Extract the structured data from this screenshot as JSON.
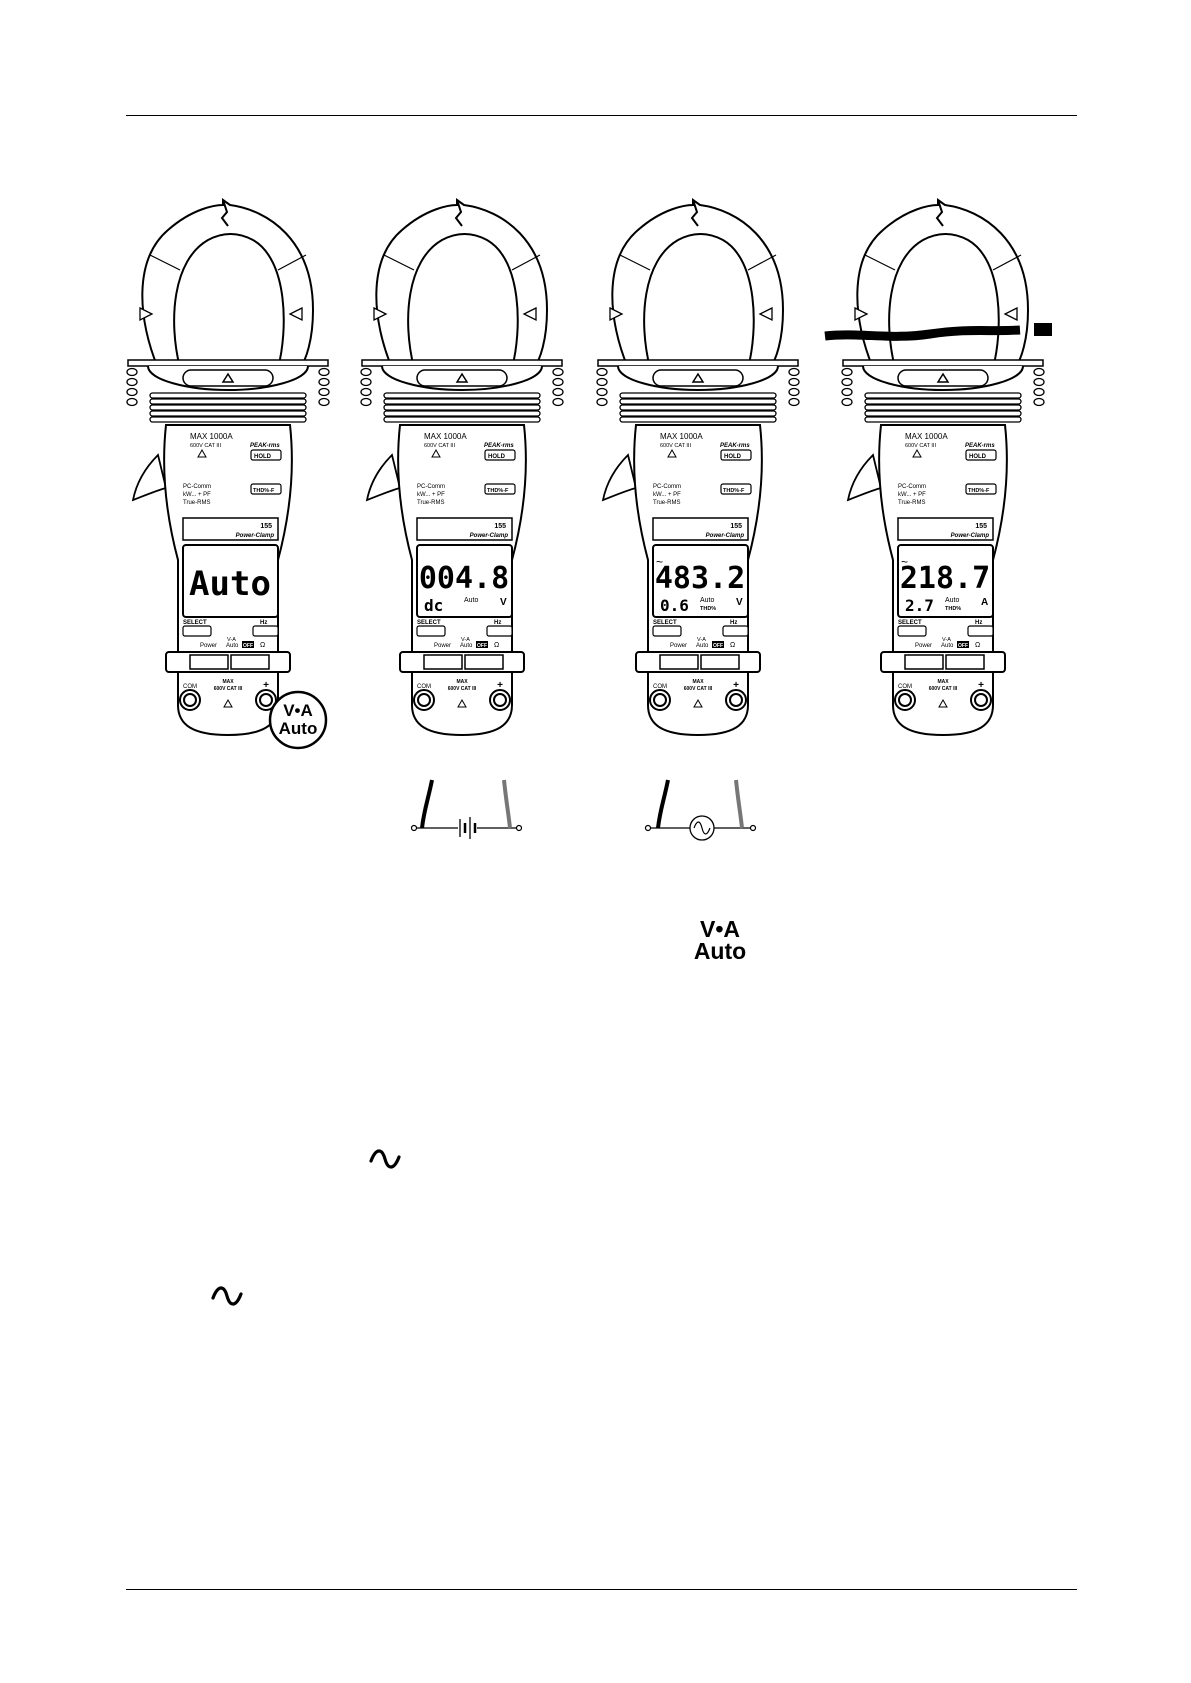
{
  "meters": [
    {
      "id": "meter-1",
      "max_label": "MAX 1000A",
      "cat_label": "600V CAT III",
      "peak_label": "PEAK-rms",
      "hold_label": "HOLD",
      "pc_comm_label": "PC-Comm",
      "kw_label": "kW... + PF",
      "true_rms_label": "True-RMS",
      "thd_label": "THD%-F",
      "model_label": "155",
      "brand_label": "Power-Clamp",
      "main_reading": "Auto",
      "sub_reading": "",
      "mode_label": "",
      "unit_label": "",
      "ac_symbol": "",
      "select_label": "SELECT",
      "hz_label": "Hz",
      "power_label": "Power",
      "va_label": "V-A",
      "auto_label": "Auto",
      "off_label": "OFF",
      "ohm_label": "Ω",
      "com_label": "COM",
      "plus_label": "+",
      "max_small_label": "MAX",
      "cat_small_label": "600V CAT III",
      "callout_line1": "V•A",
      "callout_line2": "Auto"
    },
    {
      "id": "meter-2",
      "max_label": "MAX 1000A",
      "cat_label": "600V CAT III",
      "peak_label": "PEAK-rms",
      "hold_label": "HOLD",
      "pc_comm_label": "PC-Comm",
      "kw_label": "kW... + PF",
      "true_rms_label": "True-RMS",
      "thd_label": "THD%-F",
      "model_label": "155",
      "brand_label": "Power-Clamp",
      "main_reading": "004.8",
      "sub_reading": "dc",
      "mode_label": "Auto",
      "unit_label": "V",
      "ac_symbol": "",
      "select_label": "SELECT",
      "hz_label": "Hz",
      "power_label": "Power",
      "va_label": "V-A",
      "auto_label": "Auto",
      "off_label": "OFF",
      "ohm_label": "Ω",
      "com_label": "COM",
      "plus_label": "+",
      "max_small_label": "MAX",
      "cat_small_label": "600V CAT III"
    },
    {
      "id": "meter-3",
      "max_label": "MAX 1000A",
      "cat_label": "600V CAT III",
      "peak_label": "PEAK-rms",
      "hold_label": "HOLD",
      "pc_comm_label": "PC-Comm",
      "kw_label": "kW... + PF",
      "true_rms_label": "True-RMS",
      "thd_label": "THD%-F",
      "model_label": "155",
      "brand_label": "Power-Clamp",
      "main_reading": "483.2",
      "sub_reading": "0.6",
      "mode_label": "Auto",
      "thd_small": "THD%",
      "unit_label": "V",
      "ac_symbol": "~",
      "select_label": "SELECT",
      "hz_label": "Hz",
      "power_label": "Power",
      "va_label": "V-A",
      "auto_label": "Auto",
      "off_label": "OFF",
      "ohm_label": "Ω",
      "com_label": "COM",
      "plus_label": "+",
      "max_small_label": "MAX",
      "cat_small_label": "600V CAT III"
    },
    {
      "id": "meter-4",
      "max_label": "MAX 1000A",
      "cat_label": "600V CAT III",
      "peak_label": "PEAK-rms",
      "hold_label": "HOLD",
      "pc_comm_label": "PC-Comm",
      "kw_label": "kW... + PF",
      "true_rms_label": "True-RMS",
      "thd_label": "THD%-F",
      "model_label": "155",
      "brand_label": "Power-Clamp",
      "main_reading": "218.7",
      "sub_reading": "2.7",
      "mode_label": "Auto",
      "thd_small": "THD%",
      "unit_label": "A",
      "ac_symbol": "~",
      "select_label": "SELECT",
      "hz_label": "Hz",
      "power_label": "Power",
      "va_label": "V-A",
      "auto_label": "Auto",
      "off_label": "OFF",
      "ohm_label": "Ω",
      "com_label": "COM",
      "plus_label": "+",
      "max_small_label": "MAX",
      "cat_small_label": "600V CAT III"
    }
  ],
  "inline_callout": {
    "line1": "V•A",
    "line2": "Auto"
  },
  "icons": [
    "battery-icon",
    "ac-source-icon",
    "ac-wave-icon"
  ]
}
